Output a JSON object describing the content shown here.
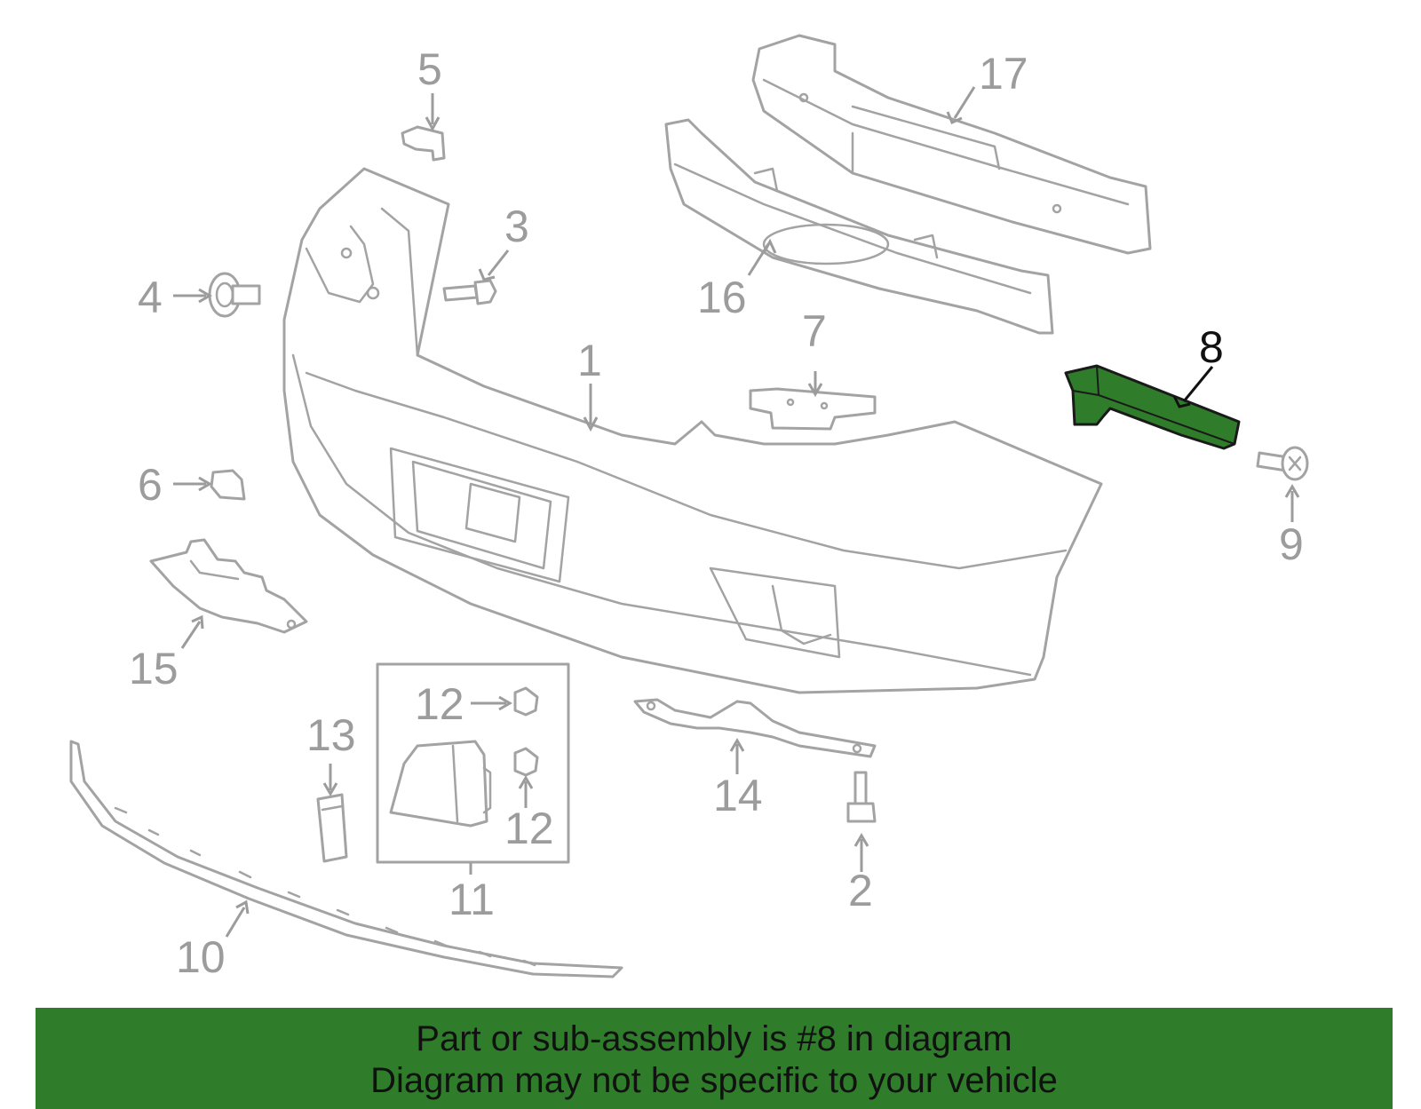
{
  "diagram": {
    "callouts": {
      "c1": "1",
      "c2": "2",
      "c3": "3",
      "c4": "4",
      "c5": "5",
      "c6": "6",
      "c7": "7",
      "c8": "8",
      "c9": "9",
      "c10": "10",
      "c11": "11",
      "c12a": "12",
      "c12b": "12",
      "c13": "13",
      "c14": "14",
      "c15": "15",
      "c16": "16",
      "c17": "17"
    },
    "highlighted_part": "8",
    "colors": {
      "highlight": "#2f7d2a",
      "line": "#a3a3a3",
      "banner": "#2f7d2a"
    }
  },
  "banner": {
    "line1": "Part or sub-assembly is #8 in diagram",
    "line2": "Diagram may not be specific to your vehicle"
  }
}
